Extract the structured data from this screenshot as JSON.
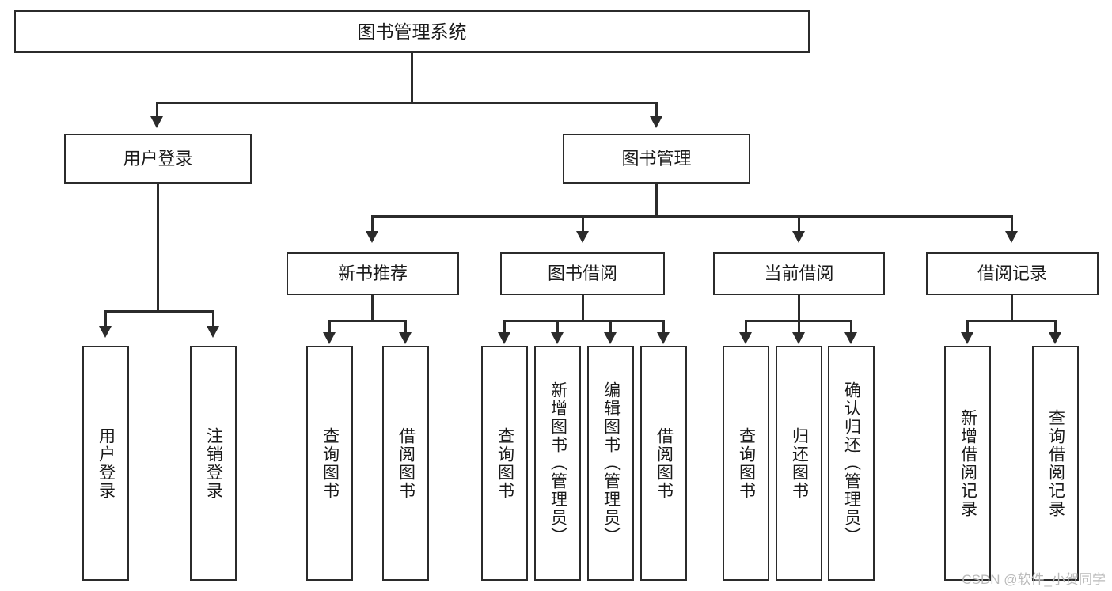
{
  "diagram": {
    "title": "图书管理系统",
    "watermark": "CSDN @软件_小贺同学",
    "colors": {
      "stroke": "#2b2b2b",
      "background": "#ffffff",
      "text": "#1a1a1a",
      "watermark": "#b9b9b9"
    },
    "root": {
      "label": "图书管理系统"
    },
    "level2": [
      {
        "label": "用户登录"
      },
      {
        "label": "图书管理"
      }
    ],
    "level3": [
      {
        "label": "新书推荐"
      },
      {
        "label": "图书借阅"
      },
      {
        "label": "当前借阅"
      },
      {
        "label": "借阅记录"
      }
    ],
    "leaves": {
      "user_login": [
        {
          "label": "用户登录"
        },
        {
          "label": "注销登录"
        }
      ],
      "new_book_recommend": [
        {
          "label": "查询图书"
        },
        {
          "label": "借阅图书"
        }
      ],
      "book_borrow": [
        {
          "label": "查询图书"
        },
        {
          "label": "新增图书（管理员）"
        },
        {
          "label": "编辑图书（管理员）"
        },
        {
          "label": "借阅图书"
        }
      ],
      "current_borrow": [
        {
          "label": "查询图书"
        },
        {
          "label": "归还图书"
        },
        {
          "label": "确认归还（管理员）"
        }
      ],
      "borrow_record": [
        {
          "label": "新增借阅记录"
        },
        {
          "label": "查询借阅记录"
        }
      ]
    }
  }
}
